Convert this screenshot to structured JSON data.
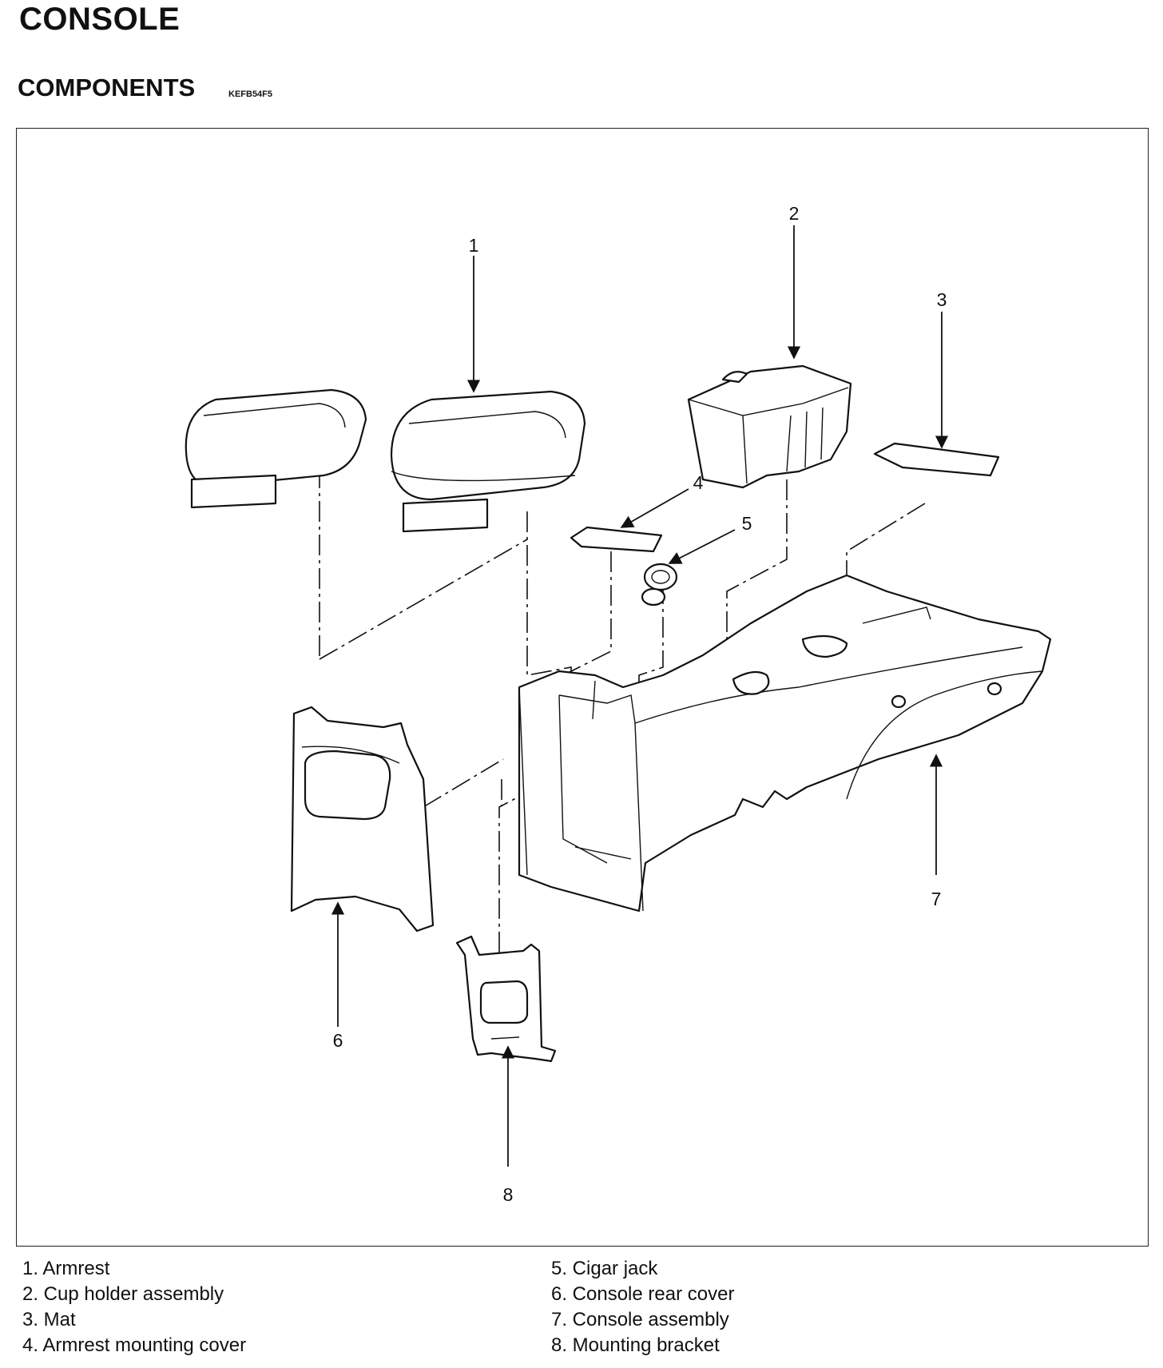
{
  "page": {
    "title": "CONSOLE",
    "section": "COMPONENTS",
    "ref_code": "KEFB54F5"
  },
  "diagram": {
    "callouts": [
      "1",
      "2",
      "3",
      "4",
      "5",
      "6",
      "7",
      "8"
    ]
  },
  "legend": {
    "left": [
      "1. Armrest",
      "2. Cup holder assembly",
      "3. Mat",
      "4. Armrest mounting cover"
    ],
    "right": [
      "5. Cigar jack",
      "6. Console rear cover",
      "7. Console assembly",
      "8. Mounting bracket"
    ]
  }
}
